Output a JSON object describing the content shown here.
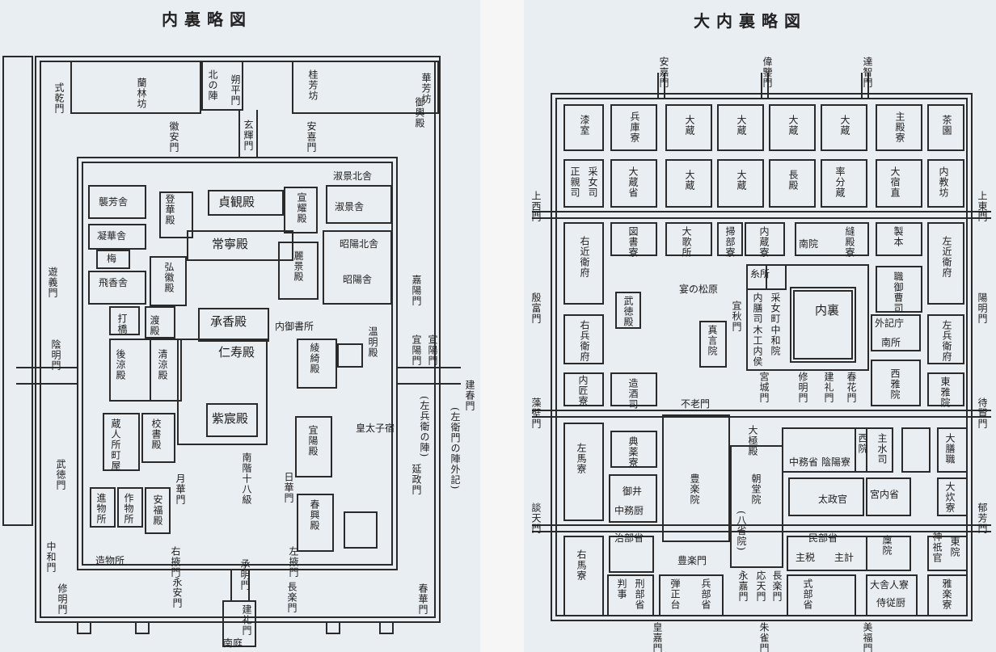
{
  "left_map": {
    "title": "内裏略図",
    "labels": [
      "朔平門",
      "北の陣",
      "桂芳坊",
      "華芳坊",
      "蘭林坊",
      "式乾門",
      "玄輝門",
      "徽安門",
      "安喜門",
      "御輿殿",
      "淑景北舎",
      "登華殿",
      "貞観殿",
      "宣耀殿",
      "淑景舎",
      "襲芳舎",
      "凝華舎",
      "常寧殿",
      "昭陽北舎",
      "梅",
      "飛香舎",
      "麗景殿",
      "昭陽舎",
      "弘徽殿",
      "遊義門",
      "打橋",
      "渡殿",
      "承香殿",
      "内御書所",
      "綾綺殿",
      "温明殿",
      "嘉陽門",
      "後涼殿",
      "清涼殿",
      "仁寿殿",
      "宜陽門",
      "宣陽門",
      "陰明門",
      "紫宸殿",
      "宜陽殿",
      "蔵人所町屋",
      "校書殿",
      "南階十八級",
      "武徳門",
      "延政門",
      "日華門",
      "月華門",
      "進物所",
      "春興殿",
      "安福殿",
      "作物所",
      "右掖門",
      "左掖門",
      "長楽門",
      "永安門",
      "承明門",
      "修明門",
      "春華門",
      "建礼門",
      "南庭",
      "造物所",
      "中和門",
      "建春門",
      "(左衛門の陣外記)",
      "(左兵衛の陣)",
      "皇太子宿"
    ]
  },
  "right_map": {
    "title": "大内裏略図",
    "gates": [
      "安嘉門",
      "偉鑒門",
      "達智門",
      "上西門",
      "上東門",
      "殷富門",
      "陽明門",
      "藻壁門",
      "待賢門",
      "談天門",
      "郁芳門",
      "皇嘉門",
      "朱雀門",
      "美福門"
    ],
    "labels": [
      "漆室",
      "兵庫寮",
      "大蔵",
      "主殿寮",
      "茶園",
      "正親司",
      "采女司",
      "大蔵省",
      "長殿",
      "率分蔵",
      "大宿直",
      "内教坊",
      "図書寮",
      "大歌所",
      "掃部寮",
      "内蔵寮",
      "縫殿寮",
      "南院",
      "製本",
      "右近衛府",
      "左近衛府",
      "宴の松原",
      "糸所",
      "内膳司",
      "采女町",
      "職御曹司",
      "武徳殿",
      "宜秋門",
      "内裏",
      "右兵衛府",
      "左兵衛府",
      "真言院",
      "木工内侯",
      "中和院",
      "外記庁",
      "南所",
      "内匠寮",
      "造酒司",
      "宮城門",
      "修明門",
      "建礼門",
      "春花門",
      "西雅院",
      "東雅院",
      "不老門",
      "大極殿",
      "西院",
      "主水司",
      "大膳職",
      "左馬寮",
      "典薬寮",
      "豊楽院",
      "朝堂院",
      "中務省",
      "陰陽寮",
      "御井",
      "中務厨",
      "太政官",
      "宮内省",
      "大炊寮",
      "治部省",
      "民部省",
      "主税",
      "主計",
      "廩院",
      "神祇官",
      "東院",
      "右馬寮",
      "判事",
      "刑部省",
      "弾正台",
      "兵部省",
      "豊楽門",
      "応天門",
      "永嘉門",
      "長楽門",
      "式部省",
      "大舎人寮",
      "侍従厨",
      "雅楽寮",
      "(八省院)"
    ]
  }
}
